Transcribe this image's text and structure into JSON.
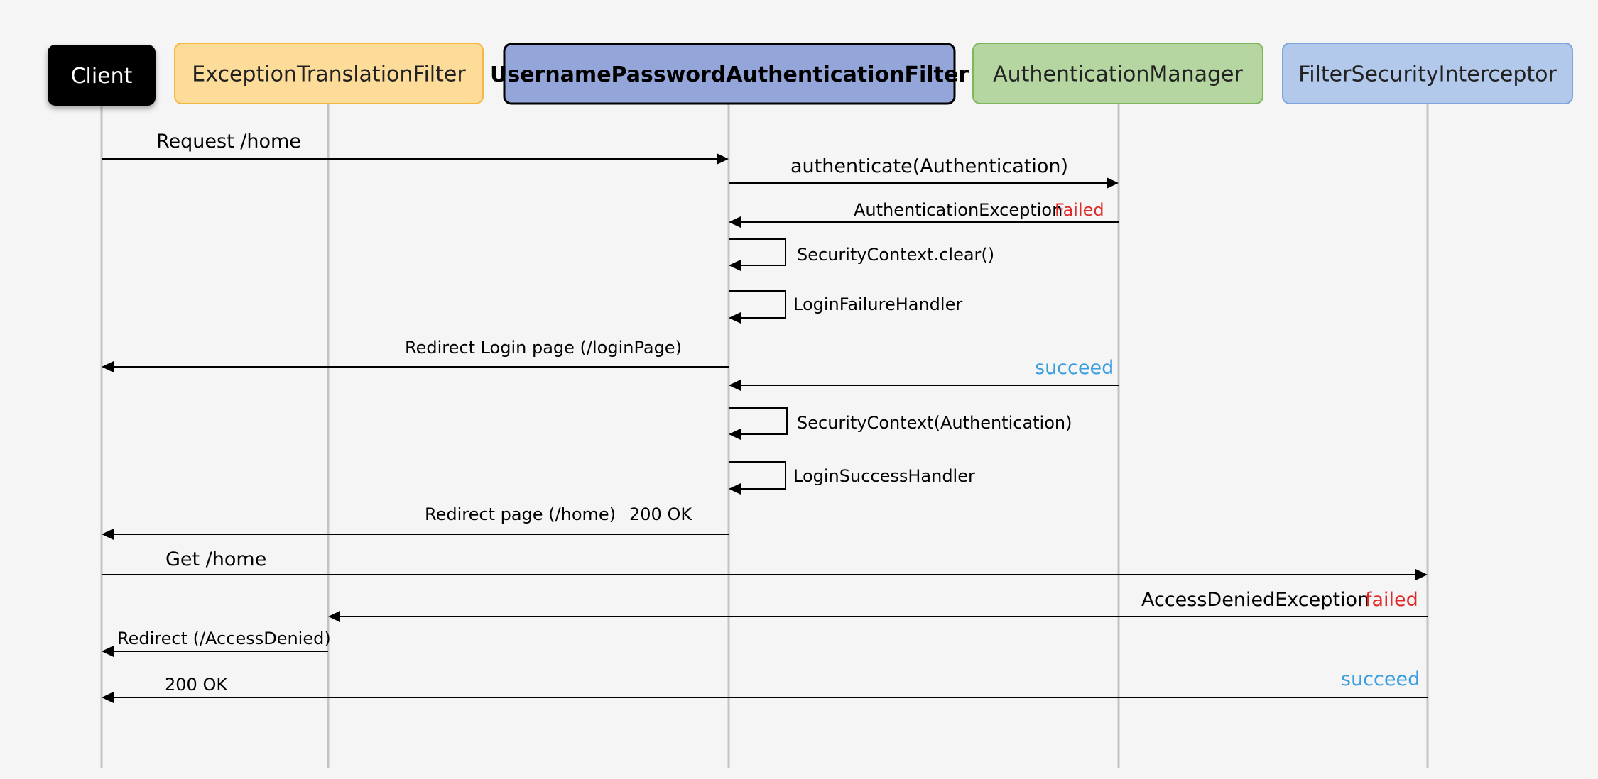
{
  "participants": [
    {
      "id": "client",
      "label": "Client",
      "fill": "#000000",
      "stroke": "#000000",
      "text_color": "#ffffff",
      "bold": false
    },
    {
      "id": "etf",
      "label": "ExceptionTranslationFilter",
      "fill": "#fddc9a",
      "stroke": "#f4b73f",
      "text_color": "#222222",
      "bold": false
    },
    {
      "id": "upaf",
      "label": "UsernamePasswordAuthenticationFilter",
      "fill": "#94a6d9",
      "stroke": "#000000",
      "text_color": "#000000",
      "bold": true
    },
    {
      "id": "am",
      "label": "AuthenticationManager",
      "fill": "#b5d6a0",
      "stroke": "#7fb65c",
      "text_color": "#222222",
      "bold": false
    },
    {
      "id": "fsi",
      "label": "FilterSecurityInterceptor",
      "fill": "#b2c9eb",
      "stroke": "#7da6dd",
      "text_color": "#222222",
      "bold": false
    }
  ],
  "messages": [
    {
      "name": "msg-request-home",
      "from": "client",
      "to": "upaf",
      "parts": [
        {
          "text": "Request /home",
          "color": "#000000"
        }
      ]
    },
    {
      "name": "msg-authenticate",
      "from": "upaf",
      "to": "am",
      "parts": [
        {
          "text": "authenticate(Authentication)",
          "color": "#000000"
        }
      ]
    },
    {
      "name": "msg-authentication-exception",
      "from": "am",
      "to": "upaf",
      "parts": [
        {
          "text": "AuthenticationException",
          "color": "#000000"
        },
        {
          "text": "Failed",
          "color": "#e02a2a"
        }
      ]
    },
    {
      "name": "msg-securitycontext-clear",
      "self": "upaf",
      "parts": [
        {
          "text": "SecurityContext.clear()",
          "color": "#000000"
        }
      ]
    },
    {
      "name": "msg-login-failure-handler",
      "self": "upaf",
      "parts": [
        {
          "text": "LoginFailureHandler",
          "color": "#000000"
        }
      ]
    },
    {
      "name": "msg-redirect-login-page",
      "from": "upaf",
      "to": "client",
      "parts": [
        {
          "text": "Redirect Login page (/loginPage)",
          "color": "#000000"
        }
      ]
    },
    {
      "name": "msg-succeed-auth",
      "from": "am",
      "to": "upaf",
      "parts": [
        {
          "text": "succeed",
          "color": "#3a9ee0"
        }
      ]
    },
    {
      "name": "msg-securitycontext-set",
      "self": "upaf",
      "parts": [
        {
          "text": "SecurityContext(Authentication)",
          "color": "#000000"
        }
      ]
    },
    {
      "name": "msg-login-success-handler",
      "self": "upaf",
      "parts": [
        {
          "text": "LoginSuccessHandler",
          "color": "#000000"
        }
      ]
    },
    {
      "name": "msg-redirect-home",
      "from": "upaf",
      "to": "client",
      "parts": [
        {
          "text": "Redirect page (/home)",
          "color": "#000000"
        },
        {
          "text": "200 OK",
          "color": "#000000"
        }
      ]
    },
    {
      "name": "msg-get-home",
      "from": "client",
      "to": "fsi",
      "parts": [
        {
          "text": "Get /home",
          "color": "#000000"
        }
      ]
    },
    {
      "name": "msg-access-denied-exception",
      "from": "fsi",
      "to": "etf",
      "parts": [
        {
          "text": "AccessDeniedException",
          "color": "#000000"
        },
        {
          "text": "failed",
          "color": "#e02a2a"
        }
      ]
    },
    {
      "name": "msg-redirect-access-denied",
      "from": "etf",
      "to": "client",
      "parts": [
        {
          "text": "Redirect (/AccessDenied)",
          "color": "#000000"
        }
      ]
    },
    {
      "name": "msg-200-ok",
      "from": "fsi",
      "to": "client",
      "parts": [
        {
          "text": "200 OK",
          "color": "#000000"
        },
        {
          "text": "succeed",
          "color": "#3a9ee0"
        }
      ]
    }
  ]
}
